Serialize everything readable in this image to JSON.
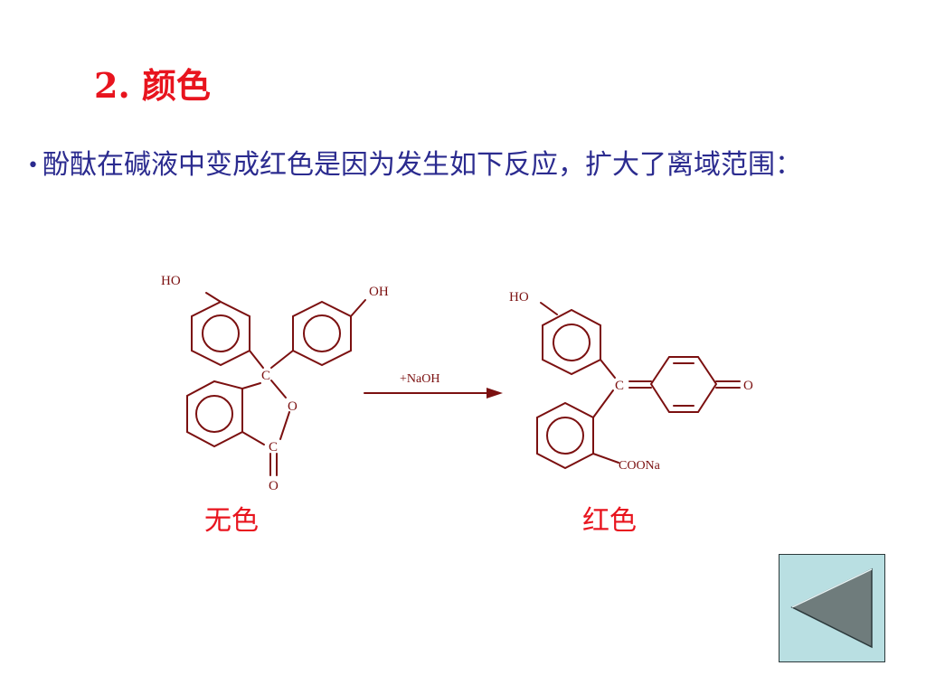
{
  "slide": {
    "title": "2. 颜色",
    "bullet": "酚酞在碱液中变成红色是因为发生如下反应，扩大了离域范围："
  },
  "reaction": {
    "reagent": "+NaOH",
    "left_captions": {
      "color": "无色"
    },
    "right_captions": {
      "color": "红色"
    },
    "left_atoms": {
      "ho": "HO",
      "oh": "OH",
      "c_center": "C",
      "o_ring": "O",
      "c_carbonyl": "C",
      "o_carbonyl": "O"
    },
    "right_atoms": {
      "ho": "HO",
      "c_center": "C",
      "o_quinone": "O",
      "coona": "COONa"
    }
  },
  "colors": {
    "title": "#e8141e",
    "bullet": "#2b2b8f",
    "structure": "#7b1010",
    "caption": "#e8141e",
    "button_bg": "#b9dfe2",
    "button_arrow": "#6f7c7c"
  },
  "icons": {
    "back_button": "triangle-left-icon"
  }
}
